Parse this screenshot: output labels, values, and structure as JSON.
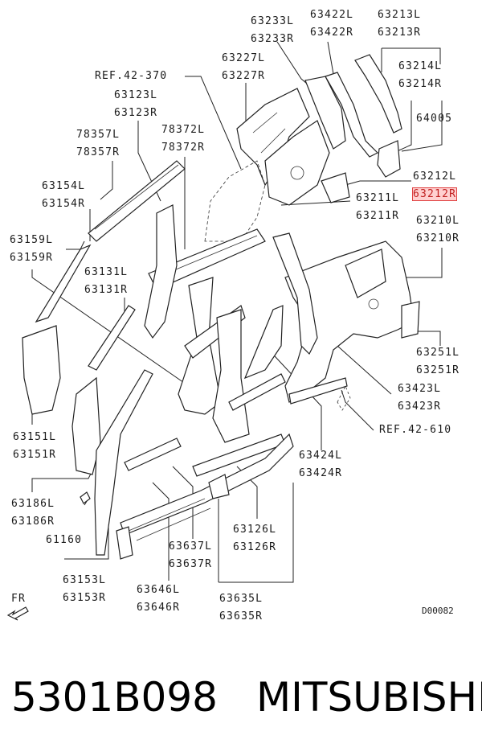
{
  "labels": [
    {
      "id": "63233",
      "l": "63233L",
      "r": "63233R"
    },
    {
      "id": "63422",
      "l": "63422L",
      "r": "63422R"
    },
    {
      "id": "63213",
      "l": "63213L",
      "r": "63213R"
    },
    {
      "id": "63227",
      "l": "63227L",
      "r": "63227R"
    },
    {
      "id": "63214",
      "l": "63214L",
      "r": "63214R"
    },
    {
      "id": "ref42370",
      "l": "REF.42-370",
      "r": ""
    },
    {
      "id": "63123",
      "l": "63123L",
      "r": "63123R"
    },
    {
      "id": "64005",
      "l": "64005",
      "r": ""
    },
    {
      "id": "78357",
      "l": "78357L",
      "r": "78357R"
    },
    {
      "id": "78372",
      "l": "78372L",
      "r": "78372R"
    },
    {
      "id": "63212",
      "l": "63212L",
      "r": "63212R"
    },
    {
      "id": "63154",
      "l": "63154L",
      "r": "63154R"
    },
    {
      "id": "63211",
      "l": "63211L",
      "r": "63211R"
    },
    {
      "id": "63159",
      "l": "63159L",
      "r": "63159R"
    },
    {
      "id": "63210",
      "l": "63210L",
      "r": "63210R"
    },
    {
      "id": "63131",
      "l": "63131L",
      "r": "63131R"
    },
    {
      "id": "63251",
      "l": "63251L",
      "r": "63251R"
    },
    {
      "id": "63423",
      "l": "63423L",
      "r": "63423R"
    },
    {
      "id": "ref42610",
      "l": "REF.42-610",
      "r": ""
    },
    {
      "id": "63151",
      "l": "63151L",
      "r": "63151R"
    },
    {
      "id": "63424",
      "l": "63424L",
      "r": "63424R"
    },
    {
      "id": "63186",
      "l": "63186L",
      "r": "63186R"
    },
    {
      "id": "63126",
      "l": "63126L",
      "r": "63126R"
    },
    {
      "id": "61160",
      "l": "61160",
      "r": ""
    },
    {
      "id": "63637",
      "l": "63637L",
      "r": "63637R"
    },
    {
      "id": "63153",
      "l": "63153L",
      "r": "63153R"
    },
    {
      "id": "63646",
      "l": "63646L",
      "r": "63646R"
    },
    {
      "id": "63635",
      "l": "63635L",
      "r": "63635R"
    }
  ],
  "fr_label": "FR",
  "diagram_code": "D00082",
  "footer": {
    "part_number": "5301B098",
    "brand": "MITSUBISHI"
  },
  "highlight_color": "#e04040"
}
